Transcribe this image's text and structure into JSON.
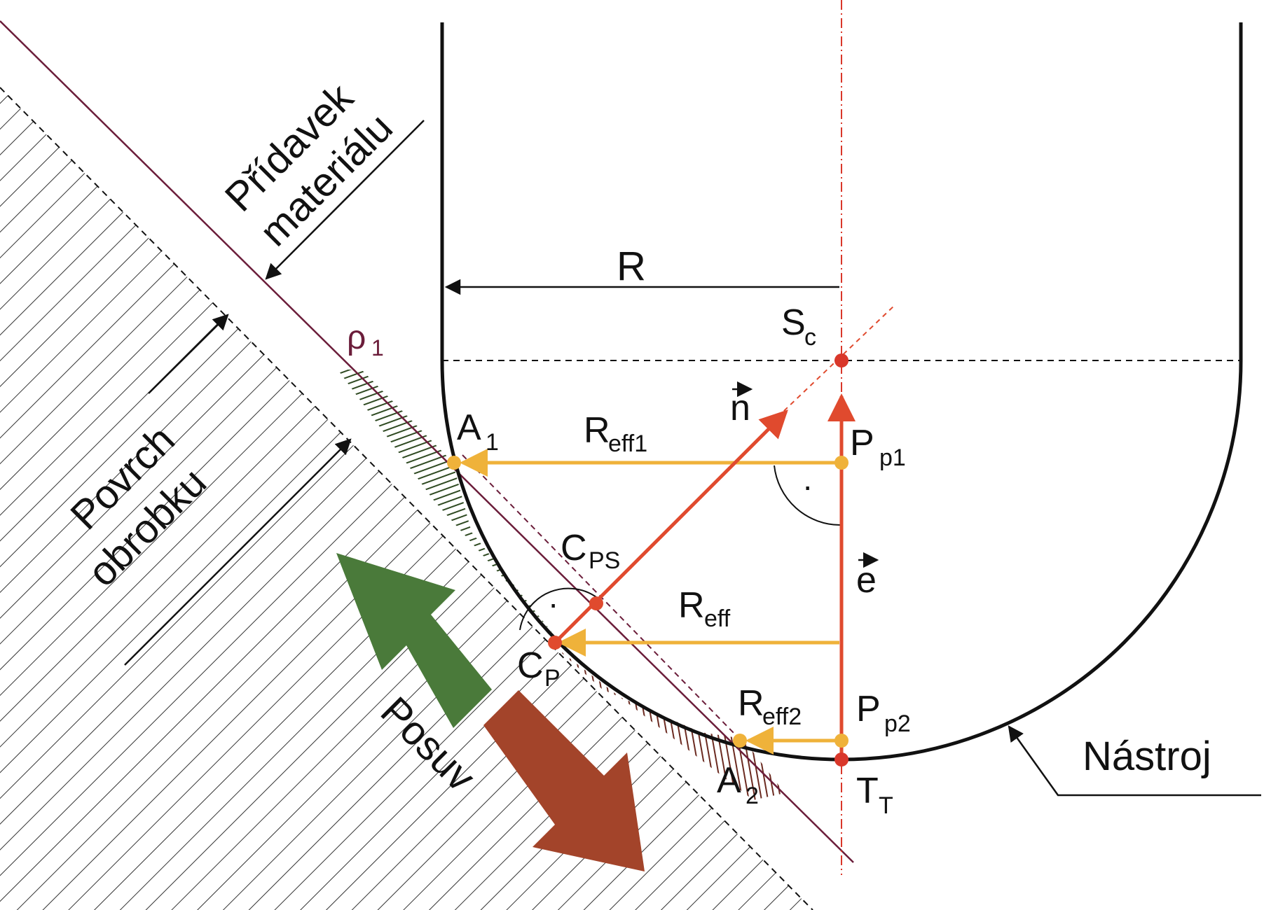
{
  "labels": {
    "pridavek_line1": "Přídavek",
    "pridavek_line2": "materiálu",
    "povrch_line1": "Povrch",
    "povrch_line2": "obrobku",
    "posuv": "Posuv",
    "nastroj": "Nástroj",
    "R": "R",
    "rho_main": "ρ",
    "rho_sub": "1",
    "Sc_main": "S",
    "Sc_sub": "c",
    "A1_main": "A",
    "A1_sub": "1",
    "A2_main": "A",
    "A2_sub": "2",
    "Reff1_main": "R",
    "Reff1_sub": "eff1",
    "Reff_main": "R",
    "Reff_sub": "eff",
    "Reff2_main": "R",
    "Reff2_sub": "eff2",
    "n_vec": "n",
    "e_vec": "e",
    "vec_arrow": "⃗",
    "Pp1_main": "P",
    "Pp1_sub": "p1",
    "Pp2_main": "P",
    "Pp2_sub": "p2",
    "Cps_main": "C",
    "Cps_sub": "PS",
    "Cp_main": "C",
    "Cp_sub": "P",
    "Tt_main": "T",
    "Tt_sub": "T",
    "right_angle_dot": "·"
  },
  "colors": {
    "outline": "#111111",
    "workpiece_surface": "#6b1d3a",
    "hatch": "#333333",
    "axis": "#d9372a",
    "vectors": "#e04a2e",
    "radii": "#efb23a",
    "removed_top": "#2f4a22",
    "removed_bottom": "#6b2a20",
    "feed_forward": "#4a7a3a",
    "feed_back": "#a3442a"
  }
}
